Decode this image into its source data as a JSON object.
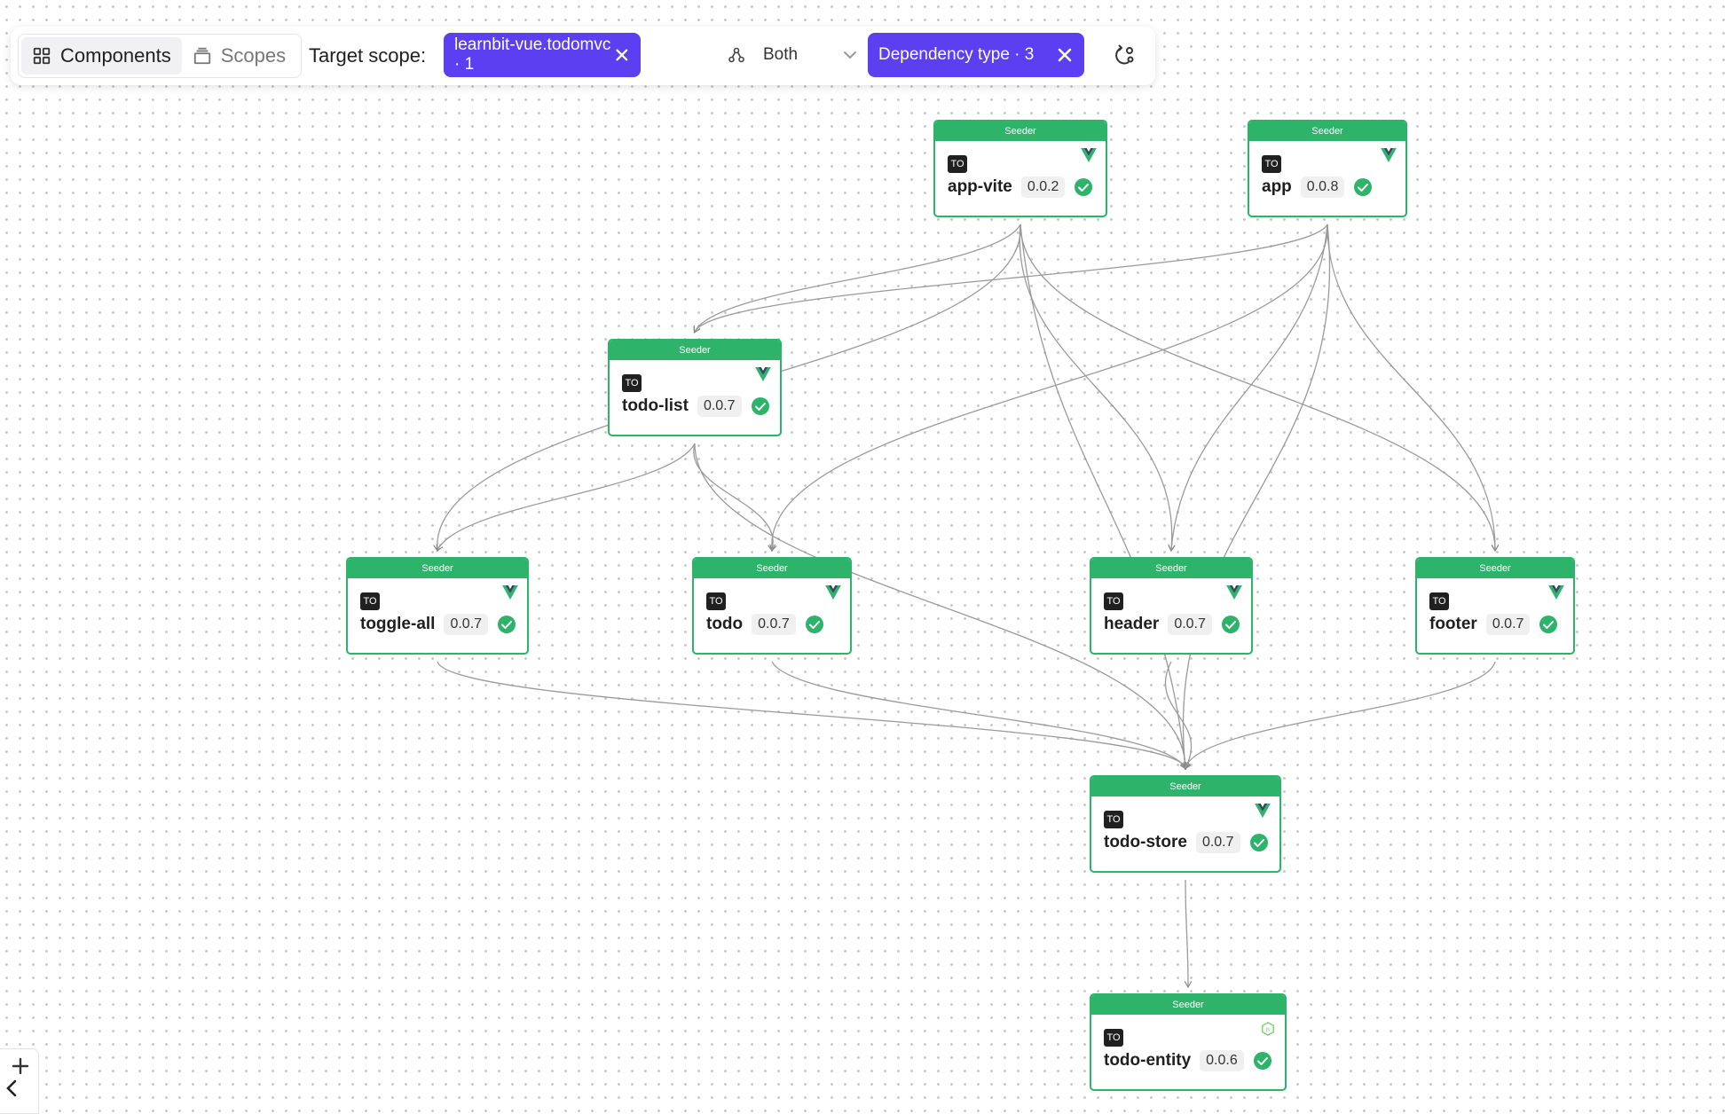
{
  "toolbar": {
    "components_label": "Components",
    "scopes_label": "Scopes",
    "target_scope_label": "Target scope:",
    "scope_chip": "learnbit-vue.todomvc · 1",
    "direction_label": "Both",
    "dependency_chip": "Dependency type · 3",
    "accent": "#5d3ff2"
  },
  "graph": {
    "accent": "#2db36a",
    "nodes": [
      {
        "id": "app-vite",
        "header": "Seeder",
        "badge": "TO",
        "name": "app-vite",
        "version": "0.0.2",
        "env_icon": "vue-icon"
      },
      {
        "id": "app",
        "header": "Seeder",
        "badge": "TO",
        "name": "app",
        "version": "0.0.8",
        "env_icon": "vue-icon"
      },
      {
        "id": "todo-list",
        "header": "Seeder",
        "badge": "TO",
        "name": "todo-list",
        "version": "0.0.7",
        "env_icon": "vue-icon"
      },
      {
        "id": "toggle-all",
        "header": "Seeder",
        "badge": "TO",
        "name": "toggle-all",
        "version": "0.0.7",
        "env_icon": "vue-icon"
      },
      {
        "id": "todo",
        "header": "Seeder",
        "badge": "TO",
        "name": "todo",
        "version": "0.0.7",
        "env_icon": "vue-icon"
      },
      {
        "id": "header",
        "header": "Seeder",
        "badge": "TO",
        "name": "header",
        "version": "0.0.7",
        "env_icon": "vue-icon"
      },
      {
        "id": "footer",
        "header": "Seeder",
        "badge": "TO",
        "name": "footer",
        "version": "0.0.7",
        "env_icon": "vue-icon"
      },
      {
        "id": "todo-store",
        "header": "Seeder",
        "badge": "TO",
        "name": "todo-store",
        "version": "0.0.7",
        "env_icon": "vue-icon"
      },
      {
        "id": "todo-entity",
        "header": "Seeder",
        "badge": "TO",
        "name": "todo-entity",
        "version": "0.0.6",
        "env_icon": "node-icon"
      }
    ],
    "edges": [
      [
        "app-vite",
        "todo-list"
      ],
      [
        "app-vite",
        "header"
      ],
      [
        "app-vite",
        "footer"
      ],
      [
        "app-vite",
        "toggle-all"
      ],
      [
        "app-vite",
        "todo-store"
      ],
      [
        "app",
        "todo-list"
      ],
      [
        "app",
        "header"
      ],
      [
        "app",
        "footer"
      ],
      [
        "app",
        "todo"
      ],
      [
        "app",
        "todo-store"
      ],
      [
        "todo-list",
        "toggle-all"
      ],
      [
        "todo-list",
        "todo"
      ],
      [
        "todo-list",
        "todo-store"
      ],
      [
        "toggle-all",
        "todo-store"
      ],
      [
        "todo",
        "todo-store"
      ],
      [
        "header",
        "todo-store"
      ],
      [
        "footer",
        "todo-store"
      ],
      [
        "todo-store",
        "todo-entity"
      ]
    ]
  }
}
